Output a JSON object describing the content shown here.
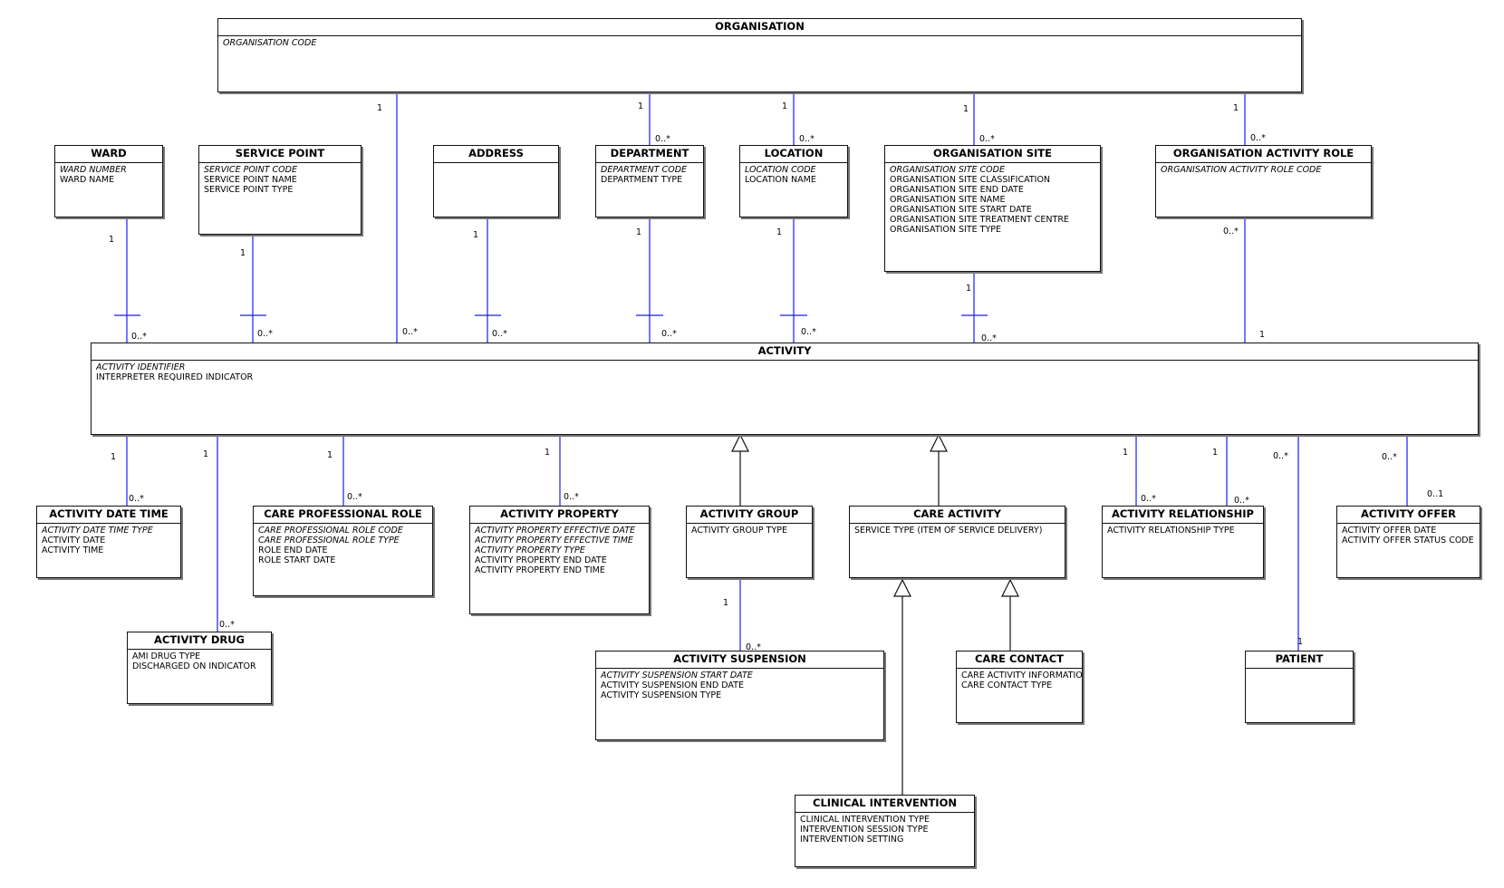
{
  "entities": {
    "organisation": {
      "title": "ORGANISATION",
      "attrs": [
        {
          "t": "ORGANISATION CODE",
          "key": true
        }
      ]
    },
    "ward": {
      "title": "WARD",
      "attrs": [
        {
          "t": "WARD NUMBER",
          "key": true
        },
        {
          "t": "WARD NAME",
          "key": false
        }
      ]
    },
    "service_point": {
      "title": "SERVICE POINT",
      "attrs": [
        {
          "t": "SERVICE POINT CODE",
          "key": true
        },
        {
          "t": "SERVICE POINT NAME",
          "key": false
        },
        {
          "t": "SERVICE POINT TYPE",
          "key": false
        }
      ]
    },
    "address": {
      "title": "ADDRESS",
      "attrs": []
    },
    "department": {
      "title": "DEPARTMENT",
      "attrs": [
        {
          "t": "DEPARTMENT CODE",
          "key": true
        },
        {
          "t": "DEPARTMENT TYPE",
          "key": false
        }
      ]
    },
    "location": {
      "title": "LOCATION",
      "attrs": [
        {
          "t": "LOCATION CODE",
          "key": true
        },
        {
          "t": "LOCATION NAME",
          "key": false
        }
      ]
    },
    "organisation_site": {
      "title": "ORGANISATION SITE",
      "attrs": [
        {
          "t": "ORGANISATION SITE CODE",
          "key": true
        },
        {
          "t": "ORGANISATION SITE CLASSIFICATION",
          "key": false
        },
        {
          "t": "ORGANISATION SITE END DATE",
          "key": false
        },
        {
          "t": "ORGANISATION SITE NAME",
          "key": false
        },
        {
          "t": "ORGANISATION SITE START DATE",
          "key": false
        },
        {
          "t": "ORGANISATION SITE TREATMENT CENTRE",
          "key": false
        },
        {
          "t": "ORGANISATION SITE TYPE",
          "key": false
        }
      ]
    },
    "organisation_activity_role": {
      "title": "ORGANISATION ACTIVITY ROLE",
      "attrs": [
        {
          "t": "ORGANISATION ACTIVITY ROLE CODE",
          "key": true
        }
      ]
    },
    "activity": {
      "title": "ACTIVITY",
      "attrs": [
        {
          "t": "ACTIVITY IDENTIFIER",
          "key": true
        },
        {
          "t": "INTERPRETER REQUIRED INDICATOR",
          "key": false
        }
      ]
    },
    "activity_date_time": {
      "title": "ACTIVITY DATE TIME",
      "attrs": [
        {
          "t": "ACTIVITY DATE TIME TYPE",
          "key": true
        },
        {
          "t": "ACTIVITY DATE",
          "key": false
        },
        {
          "t": "ACTIVITY TIME",
          "key": false
        }
      ]
    },
    "care_professional_role": {
      "title": "CARE PROFESSIONAL ROLE",
      "attrs": [
        {
          "t": "CARE PROFESSIONAL ROLE CODE",
          "key": true
        },
        {
          "t": "CARE PROFESSIONAL ROLE TYPE",
          "key": true
        },
        {
          "t": "ROLE END DATE",
          "key": false
        },
        {
          "t": "ROLE START DATE",
          "key": false
        }
      ]
    },
    "activity_property": {
      "title": "ACTIVITY PROPERTY",
      "attrs": [
        {
          "t": "ACTIVITY PROPERTY EFFECTIVE DATE",
          "key": true
        },
        {
          "t": "ACTIVITY PROPERTY EFFECTIVE TIME",
          "key": true
        },
        {
          "t": "ACTIVITY PROPERTY TYPE",
          "key": true
        },
        {
          "t": "ACTIVITY PROPERTY END DATE",
          "key": false
        },
        {
          "t": "ACTIVITY PROPERTY END TIME",
          "key": false
        }
      ]
    },
    "activity_group": {
      "title": "ACTIVITY GROUP",
      "attrs": [
        {
          "t": "ACTIVITY GROUP TYPE",
          "key": false
        }
      ]
    },
    "care_activity": {
      "title": "CARE ACTIVITY",
      "attrs": [
        {
          "t": "SERVICE TYPE (ITEM OF SERVICE DELIVERY)",
          "key": false
        }
      ]
    },
    "activity_relationship": {
      "title": "ACTIVITY RELATIONSHIP",
      "attrs": [
        {
          "t": "ACTIVITY RELATIONSHIP TYPE",
          "key": false
        }
      ]
    },
    "activity_offer": {
      "title": "ACTIVITY OFFER",
      "attrs": [
        {
          "t": "ACTIVITY OFFER DATE",
          "key": false
        },
        {
          "t": "ACTIVITY OFFER STATUS CODE",
          "key": false
        }
      ]
    },
    "activity_drug": {
      "title": "ACTIVITY DRUG",
      "attrs": [
        {
          "t": "AMI DRUG TYPE",
          "key": false
        },
        {
          "t": "DISCHARGED ON INDICATOR",
          "key": false
        }
      ]
    },
    "activity_suspension": {
      "title": "ACTIVITY SUSPENSION",
      "attrs": [
        {
          "t": "ACTIVITY SUSPENSION START DATE",
          "key": true
        },
        {
          "t": "ACTIVITY SUSPENSION END DATE",
          "key": false
        },
        {
          "t": "ACTIVITY SUSPENSION TYPE",
          "key": false
        }
      ]
    },
    "care_contact": {
      "title": "CARE CONTACT",
      "attrs": [
        {
          "t": "CARE ACTIVITY INFORMATION",
          "key": false
        },
        {
          "t": "CARE CONTACT TYPE",
          "key": false
        }
      ]
    },
    "patient": {
      "title": "PATIENT",
      "attrs": []
    },
    "clinical_intervention": {
      "title": "CLINICAL INTERVENTION",
      "attrs": [
        {
          "t": "CLINICAL INTERVENTION TYPE",
          "key": false
        },
        {
          "t": "INTERVENTION SESSION TYPE",
          "key": false
        },
        {
          "t": "INTERVENTION SETTING",
          "key": false
        }
      ]
    }
  },
  "multiplicities": {
    "org_activity_1": "1",
    "org_activity_n": "0..*",
    "org_dept_1": "1",
    "org_dept_n": "0..*",
    "org_loc_1": "1",
    "org_loc_n": "0..*",
    "org_site_1": "1",
    "org_site_n": "0..*",
    "org_role_1": "1",
    "org_role_n": "0..*",
    "ward_1": "1",
    "ward_n": "0..*",
    "sp_1": "1",
    "sp_n": "0..*",
    "addr_1": "1",
    "addr_n": "0..*",
    "dept_1": "1",
    "dept_n": "0..*",
    "loc_1": "1",
    "loc_n": "0..*",
    "site_1": "1",
    "site_n": "0..*",
    "role_n": "0..*",
    "role_1": "1",
    "adt_1": "1",
    "adt_n": "0..*",
    "drug_1": "1",
    "drug_n": "0..*",
    "cpr_1": "1",
    "cpr_n": "0..*",
    "prop_1": "1",
    "prop_n": "0..*",
    "rel_a_1": "1",
    "rel_a_n": "0..*",
    "rel_b_1": "1",
    "rel_b_n": "0..*",
    "patient_n": "0..*",
    "patient_1": "1",
    "offer_n": "0..*",
    "offer_1": "0..1",
    "grp_1": "1",
    "grp_n": "0..*"
  }
}
